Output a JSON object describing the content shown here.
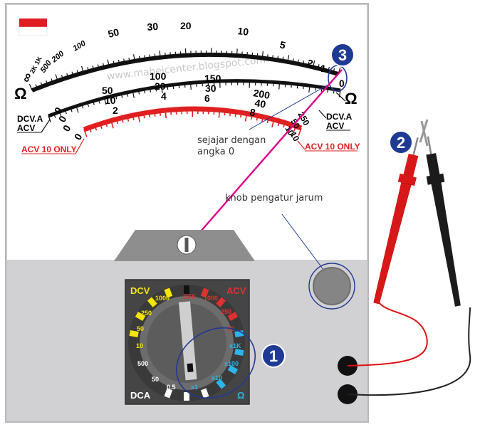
{
  "watermark": "www.mabeicenter.blogspot.com",
  "scales": {
    "ohm_top": [
      "∞",
      "2K 1K",
      "500",
      "200",
      "100",
      "50",
      "30",
      "20",
      "10",
      "5",
      "2",
      "1",
      "0"
    ],
    "dcv_top": [
      "50",
      "100",
      "150",
      "200",
      "250"
    ],
    "dcv_mid": [
      "10",
      "20",
      "30",
      "40",
      "50"
    ],
    "dcv_low": [
      "2",
      "4",
      "6",
      "8",
      "10"
    ],
    "left_zeros": [
      "0",
      "0",
      "0"
    ],
    "acv10": [
      "0",
      "10"
    ]
  },
  "labels": {
    "ohm_left": "Ω",
    "ohm_right": "Ω",
    "dcv_acv_left_1": "DCV.A",
    "dcv_acv_left_2": "ACV",
    "dcv_acv_right_1": "DCV.A",
    "dcv_acv_right_2": "ACV",
    "acv10_left": "ACV 10 ONLY",
    "acv10_right": "ACV 10 ONLY"
  },
  "annotations": {
    "parallel_1": "sejajar dengan",
    "parallel_2": "angka 0",
    "knob": "knob pengatur jarum"
  },
  "badges": {
    "b1": "1",
    "b2": "2",
    "b3": "3"
  },
  "dial": {
    "dcv": "DCV",
    "acv": "ACV",
    "dca": "DCA",
    "ohm": "Ω",
    "off": "OFF",
    "dcv_ranges": [
      "1000",
      "250",
      "50",
      "10"
    ],
    "dca_ranges": [
      "500",
      "50",
      "0.5"
    ],
    "acv_ranges": [
      "1000",
      "250",
      "50"
    ],
    "ohm_ranges": [
      "x1K",
      "x100",
      "x10",
      "x1"
    ]
  },
  "colors": {
    "badge": "#1f3a93",
    "needle": "#e0008a",
    "red_scale": "#e02020",
    "dcv_yellow": "#f5e600",
    "acv_red": "#e03030",
    "ohm_blue": "#2bb5e8"
  }
}
